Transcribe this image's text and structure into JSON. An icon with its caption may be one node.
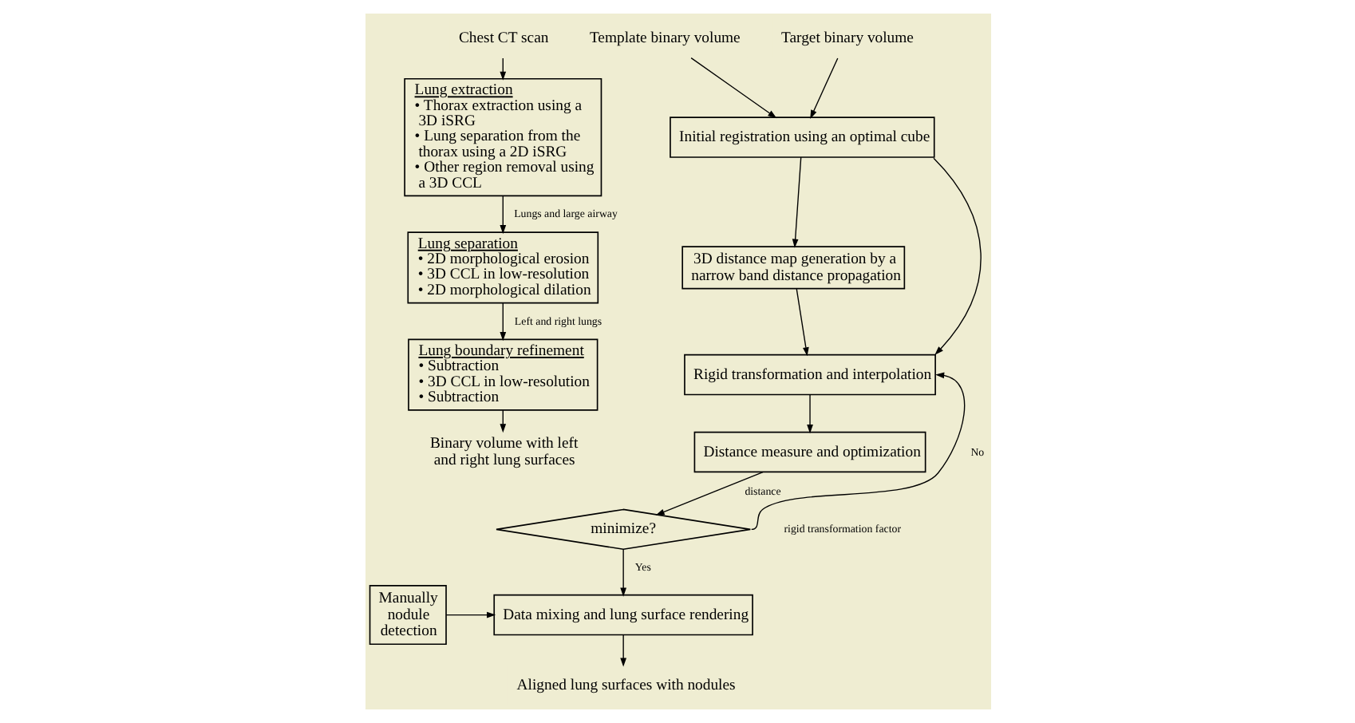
{
  "diagram": {
    "nodes": [
      {
        "text": [
          "Chest CT scan"
        ]
      },
      {
        "text": [
          "Lung extraction",
          "• Thorax extraction using a 3D iSRG",
          "• Lung separation from the thorax using a 2D iSRG",
          "• Other region removal using a 3D CCL"
        ]
      },
      {
        "text": [
          "Lung separation",
          "• 2D morphological erosion",
          "• 3D CCL in low-resolution",
          "• 2D morphological dilation"
        ]
      },
      {
        "text": [
          "Lung boundary refinement",
          "• Subtraction",
          "• 3D CCL in low-resolution",
          "• Subtraction"
        ]
      },
      {
        "text": [
          "Binary volume with left and right lung surfaces"
        ]
      },
      {
        "text": [
          "Manually nodule detection"
        ]
      },
      {
        "text": [
          "Template binary volume"
        ]
      },
      {
        "text": [
          "Target binary volume"
        ]
      },
      {
        "text": [
          "Initial registration using an optimal cube"
        ]
      },
      {
        "text": [
          "3D distance map generation by a narrow band distance propagation"
        ]
      },
      {
        "text": [
          "Rigid transformation and interpolation"
        ]
      },
      {
        "text": [
          "Distance measure and optimization"
        ]
      },
      {
        "text": [
          "minimize?"
        ]
      },
      {
        "text": [
          "Data mixing and lung surface rendering"
        ]
      },
      {
        "text": [
          "Aligned lung surfaces with nodules"
        ]
      }
    ],
    "edges": [
      {
        "from": 0,
        "to": 1,
        "arrow": "to"
      },
      {
        "from": 1,
        "to": 2,
        "arrow": "to",
        "label": "Lungs and large airway"
      },
      {
        "from": 2,
        "to": 3,
        "arrow": "to",
        "label": "Left and right lungs"
      },
      {
        "from": 3,
        "to": 4,
        "arrow": "to"
      },
      {
        "from": 6,
        "to": 8,
        "arrow": "to"
      },
      {
        "from": 7,
        "to": 8,
        "arrow": "to"
      },
      {
        "from": 8,
        "to": 9,
        "arrow": "to"
      },
      {
        "from": 9,
        "to": 10,
        "arrow": "to"
      },
      {
        "from": 8,
        "to": 10,
        "arrow": "to"
      },
      {
        "from": 10,
        "to": 11,
        "arrow": "to"
      },
      {
        "from": 11,
        "to": 12,
        "arrow": "to",
        "label": "distance"
      },
      {
        "from": 12,
        "to": 10,
        "arrow": "to",
        "label": "No"
      },
      {
        "from": 12,
        "to": 13,
        "arrow": "to",
        "label": "Yes"
      },
      {
        "from": 5,
        "to": 13,
        "arrow": "to"
      },
      {
        "from": 13,
        "to": 14,
        "arrow": "to"
      }
    ],
    "labels": [
      "rigid transformation factor"
    ]
  }
}
